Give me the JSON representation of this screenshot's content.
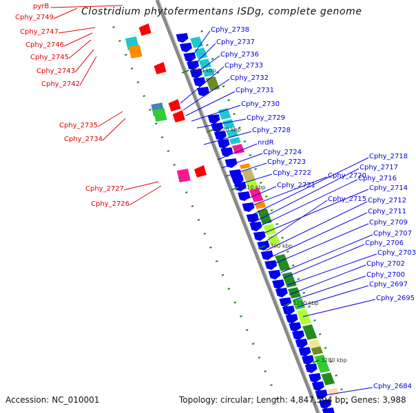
{
  "title": "Clostridium phytofermentans ISDg, complete genome",
  "footer": {
    "accession": "Accession: NC_010001",
    "summary": "Topology: circular; Length: 4,847,594 bp; Genes: 3,988"
  },
  "colors": {
    "forward_label": "#e00000",
    "reverse_label": "#0000dd",
    "backbone": "#808080",
    "gc_skew": "#1a8a1a"
  },
  "ticks": [
    "3330 kbp",
    "3320 kbp",
    "3310 kbp",
    "3300 kbp",
    "3290 kbp",
    "3280 kbp"
  ],
  "left_labels": [
    "pyrB",
    "Cphy_2749",
    "Cphy_2747",
    "Cphy_2746",
    "Cphy_2745",
    "Cphy_2743",
    "Cphy_2742",
    "Cphy_2735",
    "Cphy_2734",
    "Cphy_2727",
    "Cphy_2726"
  ],
  "right_labels": [
    "Cphy_2738",
    "Cphy_2737",
    "Cphy_2736",
    "Cphy_2733",
    "Cphy_2732",
    "Cphy_2731",
    "Cphy_2730",
    "Cphy_2729",
    "Cphy_2728",
    "nrdR",
    "Cphy_2724",
    "Cphy_2723",
    "Cphy_2722",
    "Cphy_2721",
    "Cphy_2720",
    "Cphy_2718",
    "Cphy_2717",
    "Cphy_2716",
    "Cphy_2714",
    "Cphy_2715",
    "Cphy_2712",
    "Cphy_2711",
    "Cphy_2709",
    "Cphy_2707",
    "Cphy_2706",
    "Cphy_2703",
    "Cphy_2702",
    "Cphy_2700",
    "Cphy_2697",
    "Cphy_2695",
    "Cphy_2684"
  ]
}
